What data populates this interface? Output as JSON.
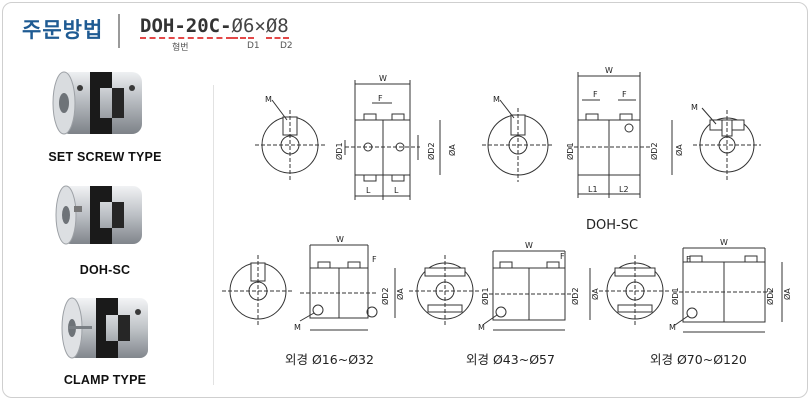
{
  "header": {
    "title": "주문방법",
    "model_code": "DOH-20C-",
    "d1_value": "Ø6",
    "times": "×",
    "d2_value": "Ø8",
    "label_model": "형번",
    "label_d1": "D1",
    "label_d2": "D2"
  },
  "products": [
    {
      "label": "SET SCREW TYPE"
    },
    {
      "label": "DOH-SC"
    },
    {
      "label": "CLAMP TYPE"
    }
  ],
  "drawings": {
    "top_caption": "DOH-SC",
    "dims": {
      "M": "M",
      "W": "W",
      "F": "F",
      "L": "L",
      "L1": "L1",
      "L2": "L2",
      "D1": "ØD1",
      "D2": "ØD2",
      "A": "ØA"
    },
    "bottom_captions": [
      "외경 Ø16~Ø32",
      "외경 Ø43~Ø57",
      "외경 Ø70~Ø120"
    ]
  },
  "colors": {
    "title": "#1f5b93",
    "code_underline": "#e34848",
    "elastomer": "#1a1a1a",
    "hub": "#c7c9cc",
    "line": "#333333"
  }
}
